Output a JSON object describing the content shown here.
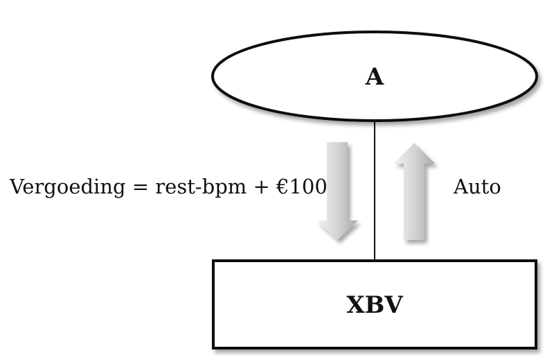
{
  "diagram": {
    "top_node": {
      "label": "A"
    },
    "bottom_node": {
      "label": "XBV"
    },
    "flows": {
      "down": {
        "label": "Vergoeding = rest-bpm + €100"
      },
      "up": {
        "label": "Auto"
      }
    }
  },
  "colors": {
    "stroke": "#111111",
    "arrow_light": "#f2f2f2",
    "arrow_dark": "#a9a9a9",
    "shadow": "#bdbdbd"
  }
}
